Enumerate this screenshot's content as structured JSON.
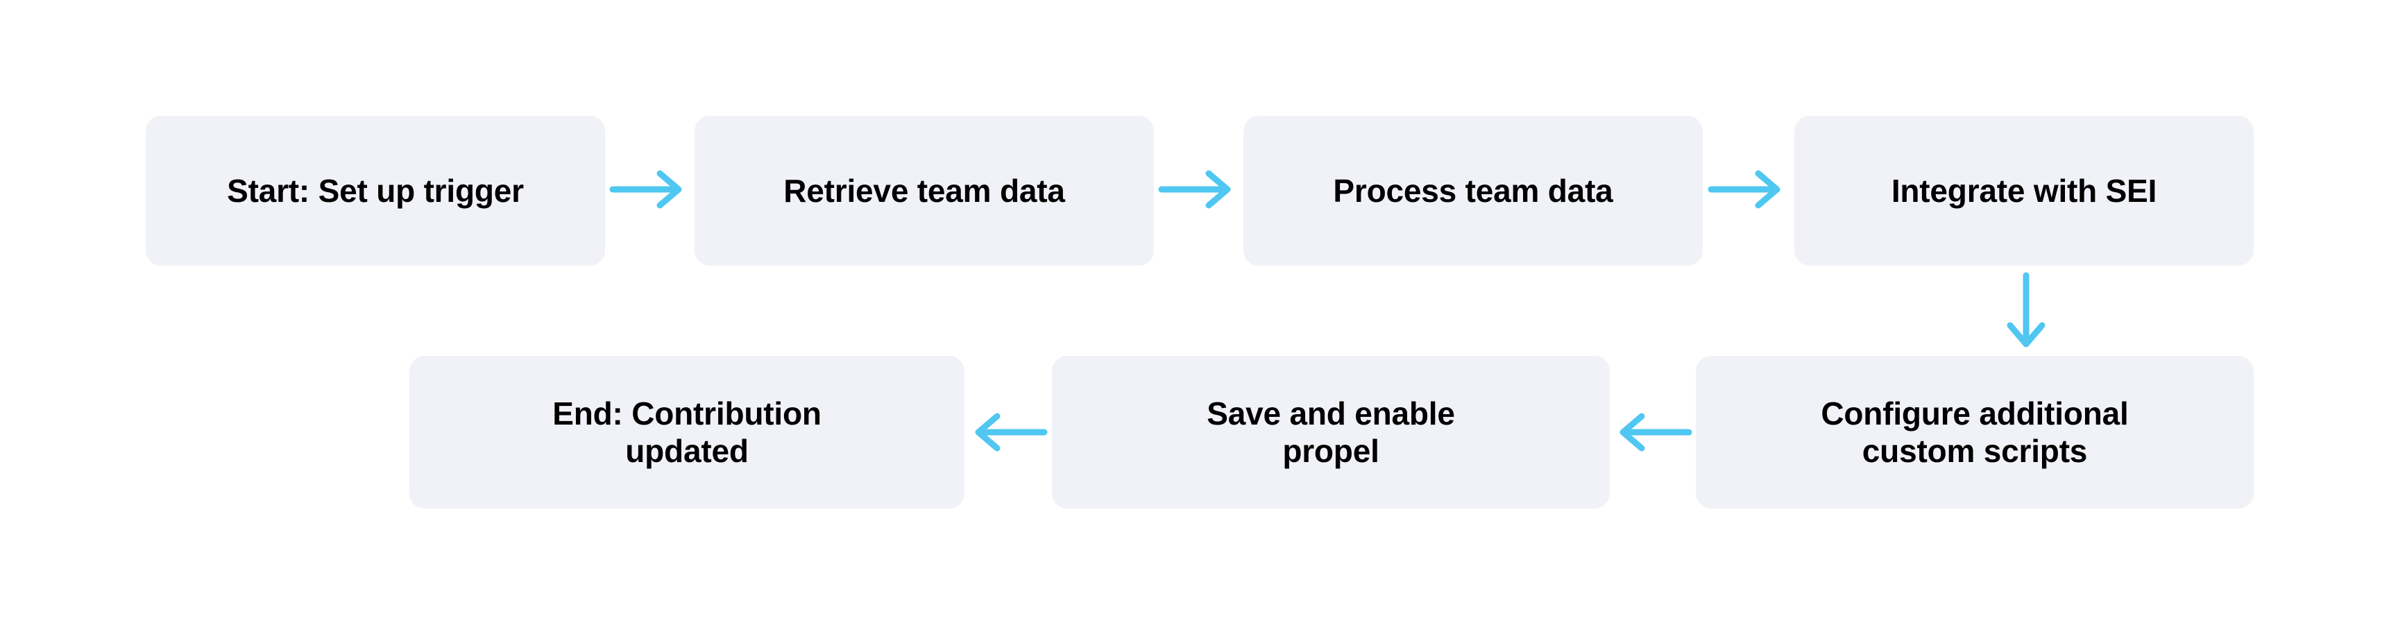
{
  "diagram": {
    "title": "Propel contribution workflow flowchart",
    "background_color": "#FFFFFF",
    "node_fill_color": "#F1F2F7",
    "node_text_color": "#000000",
    "arrow_color": "#4FC7F0",
    "nodes": [
      {
        "id": "start",
        "label": "Start: Set up trigger",
        "row": 1,
        "order": 1
      },
      {
        "id": "retrieve",
        "label": "Retrieve team data",
        "row": 1,
        "order": 2
      },
      {
        "id": "process",
        "label": "Process team data",
        "row": 1,
        "order": 3
      },
      {
        "id": "integrate",
        "label": "Integrate with SEI",
        "row": 1,
        "order": 4
      },
      {
        "id": "configure",
        "label": "Configure additional\ncustom scripts",
        "row": 2,
        "order": 1
      },
      {
        "id": "save",
        "label": "Save and enable\npropel",
        "row": 2,
        "order": 2
      },
      {
        "id": "end",
        "label": "End: Contribution\nupdated",
        "row": 2,
        "order": 3
      }
    ],
    "connectors": [
      {
        "id": "c1",
        "from": "start",
        "to": "retrieve",
        "direction": "right",
        "icon": "arrow-right-icon"
      },
      {
        "id": "c2",
        "from": "retrieve",
        "to": "process",
        "direction": "right",
        "icon": "arrow-right-icon"
      },
      {
        "id": "c3",
        "from": "process",
        "to": "integrate",
        "direction": "right",
        "icon": "arrow-right-icon"
      },
      {
        "id": "c4",
        "from": "integrate",
        "to": "configure",
        "direction": "down",
        "icon": "arrow-down-icon"
      },
      {
        "id": "c5",
        "from": "configure",
        "to": "save",
        "direction": "left",
        "icon": "arrow-left-icon"
      },
      {
        "id": "c6",
        "from": "save",
        "to": "end",
        "direction": "left",
        "icon": "arrow-left-icon"
      }
    ]
  }
}
